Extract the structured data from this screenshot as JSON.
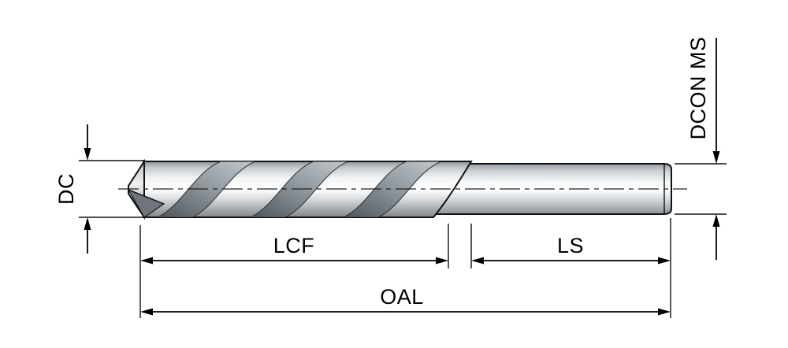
{
  "figure": {
    "labels": {
      "dc": "DC",
      "dcon_ms": "DCON MS",
      "lcf": "LCF",
      "ls": "LS",
      "oal": "OAL"
    },
    "colors": {
      "line": "#000000",
      "background": "#ffffff",
      "metal_light": "#ffffff",
      "metal_mid": "#c9cdd1",
      "metal_dark": "#83888c",
      "flute_dark": "#4e565c"
    }
  }
}
